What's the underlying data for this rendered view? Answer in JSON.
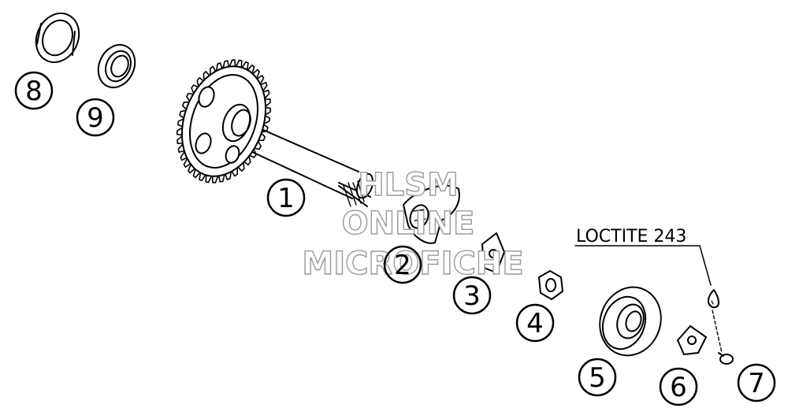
{
  "parts": [
    {
      "number": "1",
      "name": "balancer-shaft-gear"
    },
    {
      "number": "2",
      "name": "balancer-weight"
    },
    {
      "number": "3",
      "name": "lock-washer"
    },
    {
      "number": "4",
      "name": "hex-nut"
    },
    {
      "number": "5",
      "name": "ball-bearing"
    },
    {
      "number": "6",
      "name": "retaining-plate"
    },
    {
      "number": "7",
      "name": "screw"
    },
    {
      "number": "8",
      "name": "bearing-ring"
    },
    {
      "number": "9",
      "name": "shaft-seal-ring"
    }
  ],
  "callout": {
    "text": "LOCTITE 243"
  },
  "watermark": {
    "line1": "HLSM",
    "line2": "ONLINE",
    "line3": "MICROFICHE"
  }
}
